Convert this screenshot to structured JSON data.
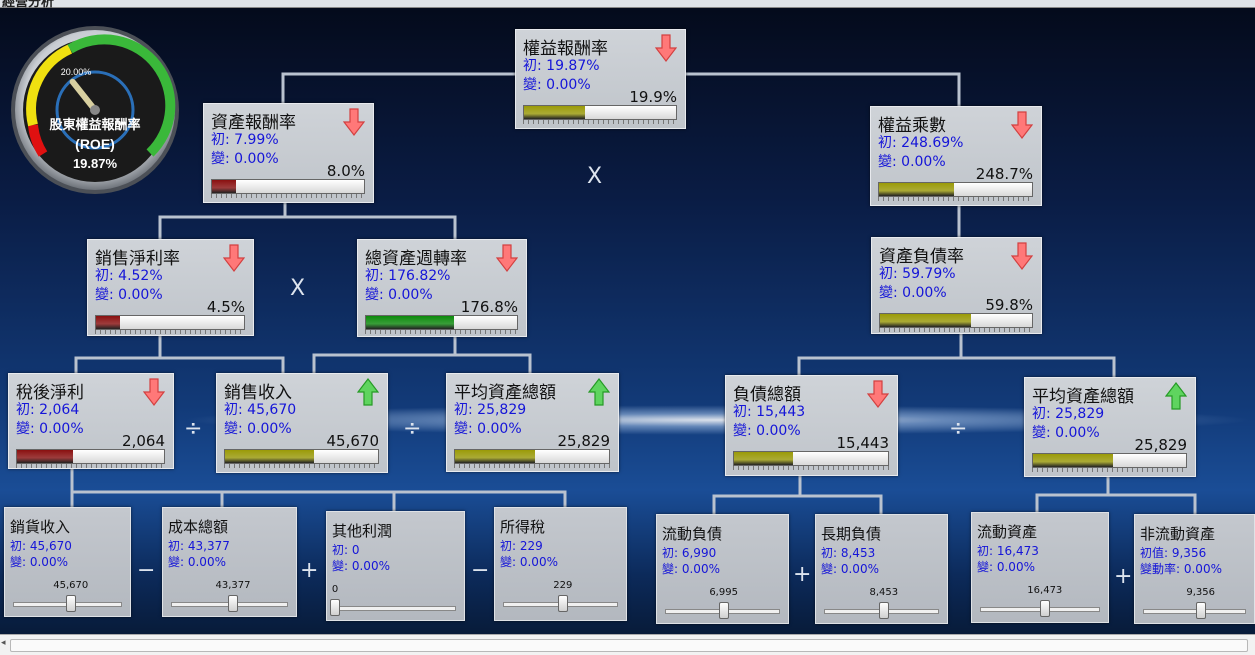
{
  "window_title": "經營分析",
  "gauge": {
    "label_line1": "股東權益報酬率",
    "label_line2": "(ROE)",
    "value_text": "19.87%",
    "needle_label": "20.00%",
    "value_percent": 19.87
  },
  "operators": {
    "times": "X",
    "divide": "÷",
    "minus": "−",
    "plus": "+"
  },
  "nodes": {
    "roe": {
      "title": "權益報酬率",
      "initial": "初: 19.87%",
      "change": "變: 0.00%",
      "value": "19.9%",
      "fill_fraction": 0.4,
      "fill_color": "#9a9a08",
      "trend": "down"
    },
    "roa": {
      "title": "資產報酬率",
      "initial": "初: 7.99%",
      "change": "變: 0.00%",
      "value": "8.0%",
      "fill_fraction": 0.16,
      "fill_color": "#8a1010",
      "trend": "down"
    },
    "equity_multiplier": {
      "title": "權益乘數",
      "initial": "初: 248.69%",
      "change": "變: 0.00%",
      "value": "248.7%",
      "fill_fraction": 0.49,
      "fill_color": "#9a9a08",
      "trend": "down"
    },
    "net_margin": {
      "title": "銷售淨利率",
      "initial": "初: 4.52%",
      "change": "變: 0.00%",
      "value": "4.5%",
      "fill_fraction": 0.16,
      "fill_color": "#8a1010",
      "trend": "down"
    },
    "asset_turnover": {
      "title": "總資產週轉率",
      "initial": "初: 176.82%",
      "change": "變: 0.00%",
      "value": "176.8%",
      "fill_fraction": 0.58,
      "fill_color": "#0c8a0c",
      "trend": "down"
    },
    "debt_ratio": {
      "title": "資產負債率",
      "initial": "初: 59.79%",
      "change": "變: 0.00%",
      "value": "59.8%",
      "fill_fraction": 0.6,
      "fill_color": "#9a9a08",
      "trend": "down"
    },
    "net_income": {
      "title": "稅後淨利",
      "initial": "初: 2,064",
      "change": "變: 0.00%",
      "value": "2,064",
      "fill_fraction": 0.38,
      "fill_color": "#8a1010",
      "trend": "down"
    },
    "sales": {
      "title": "銷售收入",
      "initial": "初: 45,670",
      "change": "變: 0.00%",
      "value": "45,670",
      "fill_fraction": 0.58,
      "fill_color": "#9a9a08",
      "trend": "up"
    },
    "avg_assets_a": {
      "title": "平均資產總額",
      "initial": "初: 25,829",
      "change": "變: 0.00%",
      "value": "25,829",
      "fill_fraction": 0.52,
      "fill_color": "#9a9a08",
      "trend": "up"
    },
    "total_liabilities": {
      "title": "負債總額",
      "initial": "初: 15,443",
      "change": "變: 0.00%",
      "value": "15,443",
      "fill_fraction": 0.38,
      "fill_color": "#9a9a08",
      "trend": "down"
    },
    "avg_assets_b": {
      "title": "平均資產總額",
      "initial": "初: 25,829",
      "change": "變: 0.00%",
      "value": "25,829",
      "fill_fraction": 0.52,
      "fill_color": "#9a9a08",
      "trend": "up"
    }
  },
  "leaves": {
    "cogs_sales": {
      "title": "銷貨收入",
      "initial": "初: 45,670",
      "change": "變: 0.00%",
      "value": "45,670",
      "slider_fraction": 0.53
    },
    "total_cost": {
      "title": "成本總額",
      "initial": "初: 43,377",
      "change": "變: 0.00%",
      "value": "43,377",
      "slider_fraction": 0.53
    },
    "other_profit": {
      "title": "其他利潤",
      "initial": "初: 0",
      "change": "變: 0.00%",
      "value": "0",
      "slider_fraction": 0.0
    },
    "income_tax": {
      "title": "所得稅",
      "initial": "初: 229",
      "change": "變: 0.00%",
      "value": "229",
      "slider_fraction": 0.52
    },
    "current_liabilities": {
      "title": "流動負債",
      "initial": "初: 6,990",
      "change": "變: 0.00%",
      "value": "6,995",
      "slider_fraction": 0.51
    },
    "longterm_liabilities": {
      "title": "長期負債",
      "initial": "初: 8,453",
      "change": "變: 0.00%",
      "value": "8,453",
      "slider_fraction": 0.52
    },
    "current_assets": {
      "title": "流動資產",
      "initial": "初: 16,473",
      "change": "變: 0.00%",
      "value": "16,473",
      "slider_fraction": 0.54
    },
    "noncurrent_assets": {
      "title": "非流動資產",
      "initial": "初值: 9,356",
      "change": "變動率: 0.00%",
      "value": "9,356",
      "slider_fraction": 0.56
    }
  }
}
